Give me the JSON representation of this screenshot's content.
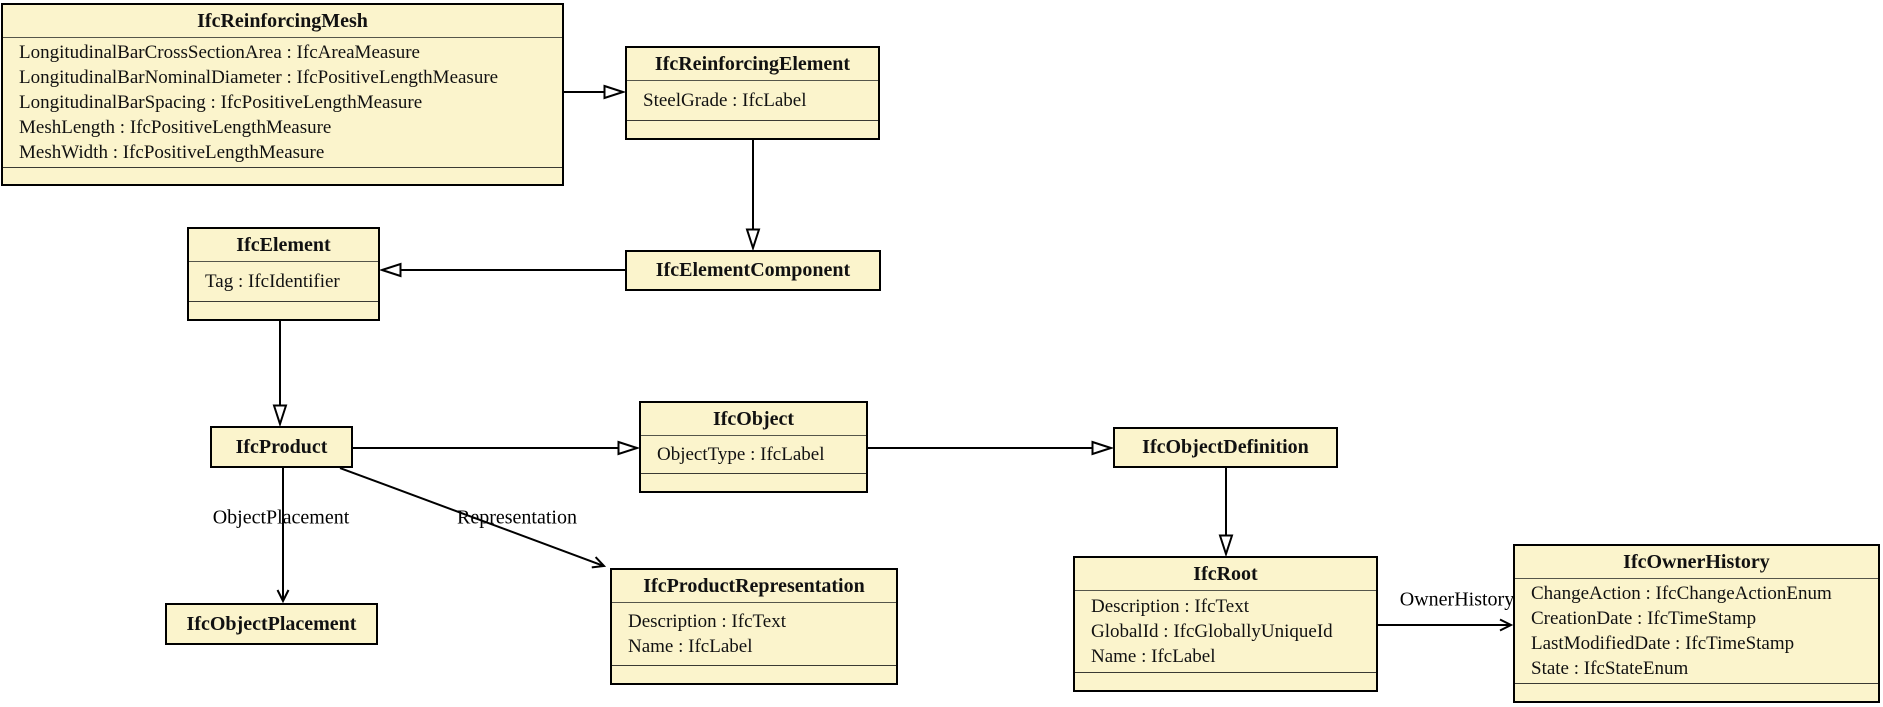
{
  "diagram": {
    "kind": "uml-class-diagram",
    "colors": {
      "node_fill": "#FBF4CC",
      "node_border": "#000000",
      "line": "#000000",
      "background": "#FFFFFF"
    }
  },
  "classes": {
    "reinforcing_mesh": {
      "title": "IfcReinforcingMesh",
      "attributes": [
        "LongitudinalBarCrossSectionArea : IfcAreaMeasure",
        "LongitudinalBarNominalDiameter : IfcPositiveLengthMeasure",
        "LongitudinalBarSpacing : IfcPositiveLengthMeasure",
        "MeshLength : IfcPositiveLengthMeasure",
        "MeshWidth : IfcPositiveLengthMeasure"
      ]
    },
    "reinforcing_element": {
      "title": "IfcReinforcingElement",
      "attributes": [
        "SteelGrade : IfcLabel"
      ]
    },
    "element": {
      "title": "IfcElement",
      "attributes": [
        "Tag : IfcIdentifier"
      ]
    },
    "element_component": {
      "title": "IfcElementComponent",
      "attributes": []
    },
    "product": {
      "title": "IfcProduct",
      "attributes": []
    },
    "object": {
      "title": "IfcObject",
      "attributes": [
        "ObjectType : IfcLabel"
      ]
    },
    "object_definition": {
      "title": "IfcObjectDefinition",
      "attributes": []
    },
    "object_placement": {
      "title": "IfcObjectPlacement",
      "attributes": []
    },
    "product_representation": {
      "title": "IfcProductRepresentation",
      "attributes": [
        "Description : IfcText",
        "Name : IfcLabel"
      ]
    },
    "root": {
      "title": "IfcRoot",
      "attributes": [
        "Description : IfcText",
        "GlobalId : IfcGloballyUniqueId",
        "Name : IfcLabel"
      ]
    },
    "owner_history": {
      "title": "IfcOwnerHistory",
      "attributes": [
        "ChangeAction : IfcChangeActionEnum",
        "CreationDate : IfcTimeStamp",
        "LastModifiedDate : IfcTimeStamp",
        "State : IfcStateEnum"
      ]
    }
  },
  "relationships": [
    {
      "from": "IfcReinforcingMesh",
      "to": "IfcReinforcingElement",
      "type": "generalization",
      "label": ""
    },
    {
      "from": "IfcReinforcingElement",
      "to": "IfcElementComponent",
      "type": "generalization",
      "label": ""
    },
    {
      "from": "IfcElementComponent",
      "to": "IfcElement",
      "type": "generalization",
      "label": ""
    },
    {
      "from": "IfcElement",
      "to": "IfcProduct",
      "type": "generalization",
      "label": ""
    },
    {
      "from": "IfcProduct",
      "to": "IfcObject",
      "type": "generalization",
      "label": ""
    },
    {
      "from": "IfcObject",
      "to": "IfcObjectDefinition",
      "type": "generalization",
      "label": ""
    },
    {
      "from": "IfcObjectDefinition",
      "to": "IfcRoot",
      "type": "generalization",
      "label": ""
    },
    {
      "from": "IfcProduct",
      "to": "IfcObjectPlacement",
      "type": "association",
      "label": "ObjectPlacement"
    },
    {
      "from": "IfcProduct",
      "to": "IfcProductRepresentation",
      "type": "association",
      "label": "Representation"
    },
    {
      "from": "IfcRoot",
      "to": "IfcOwnerHistory",
      "type": "association",
      "label": "OwnerHistory"
    }
  ]
}
